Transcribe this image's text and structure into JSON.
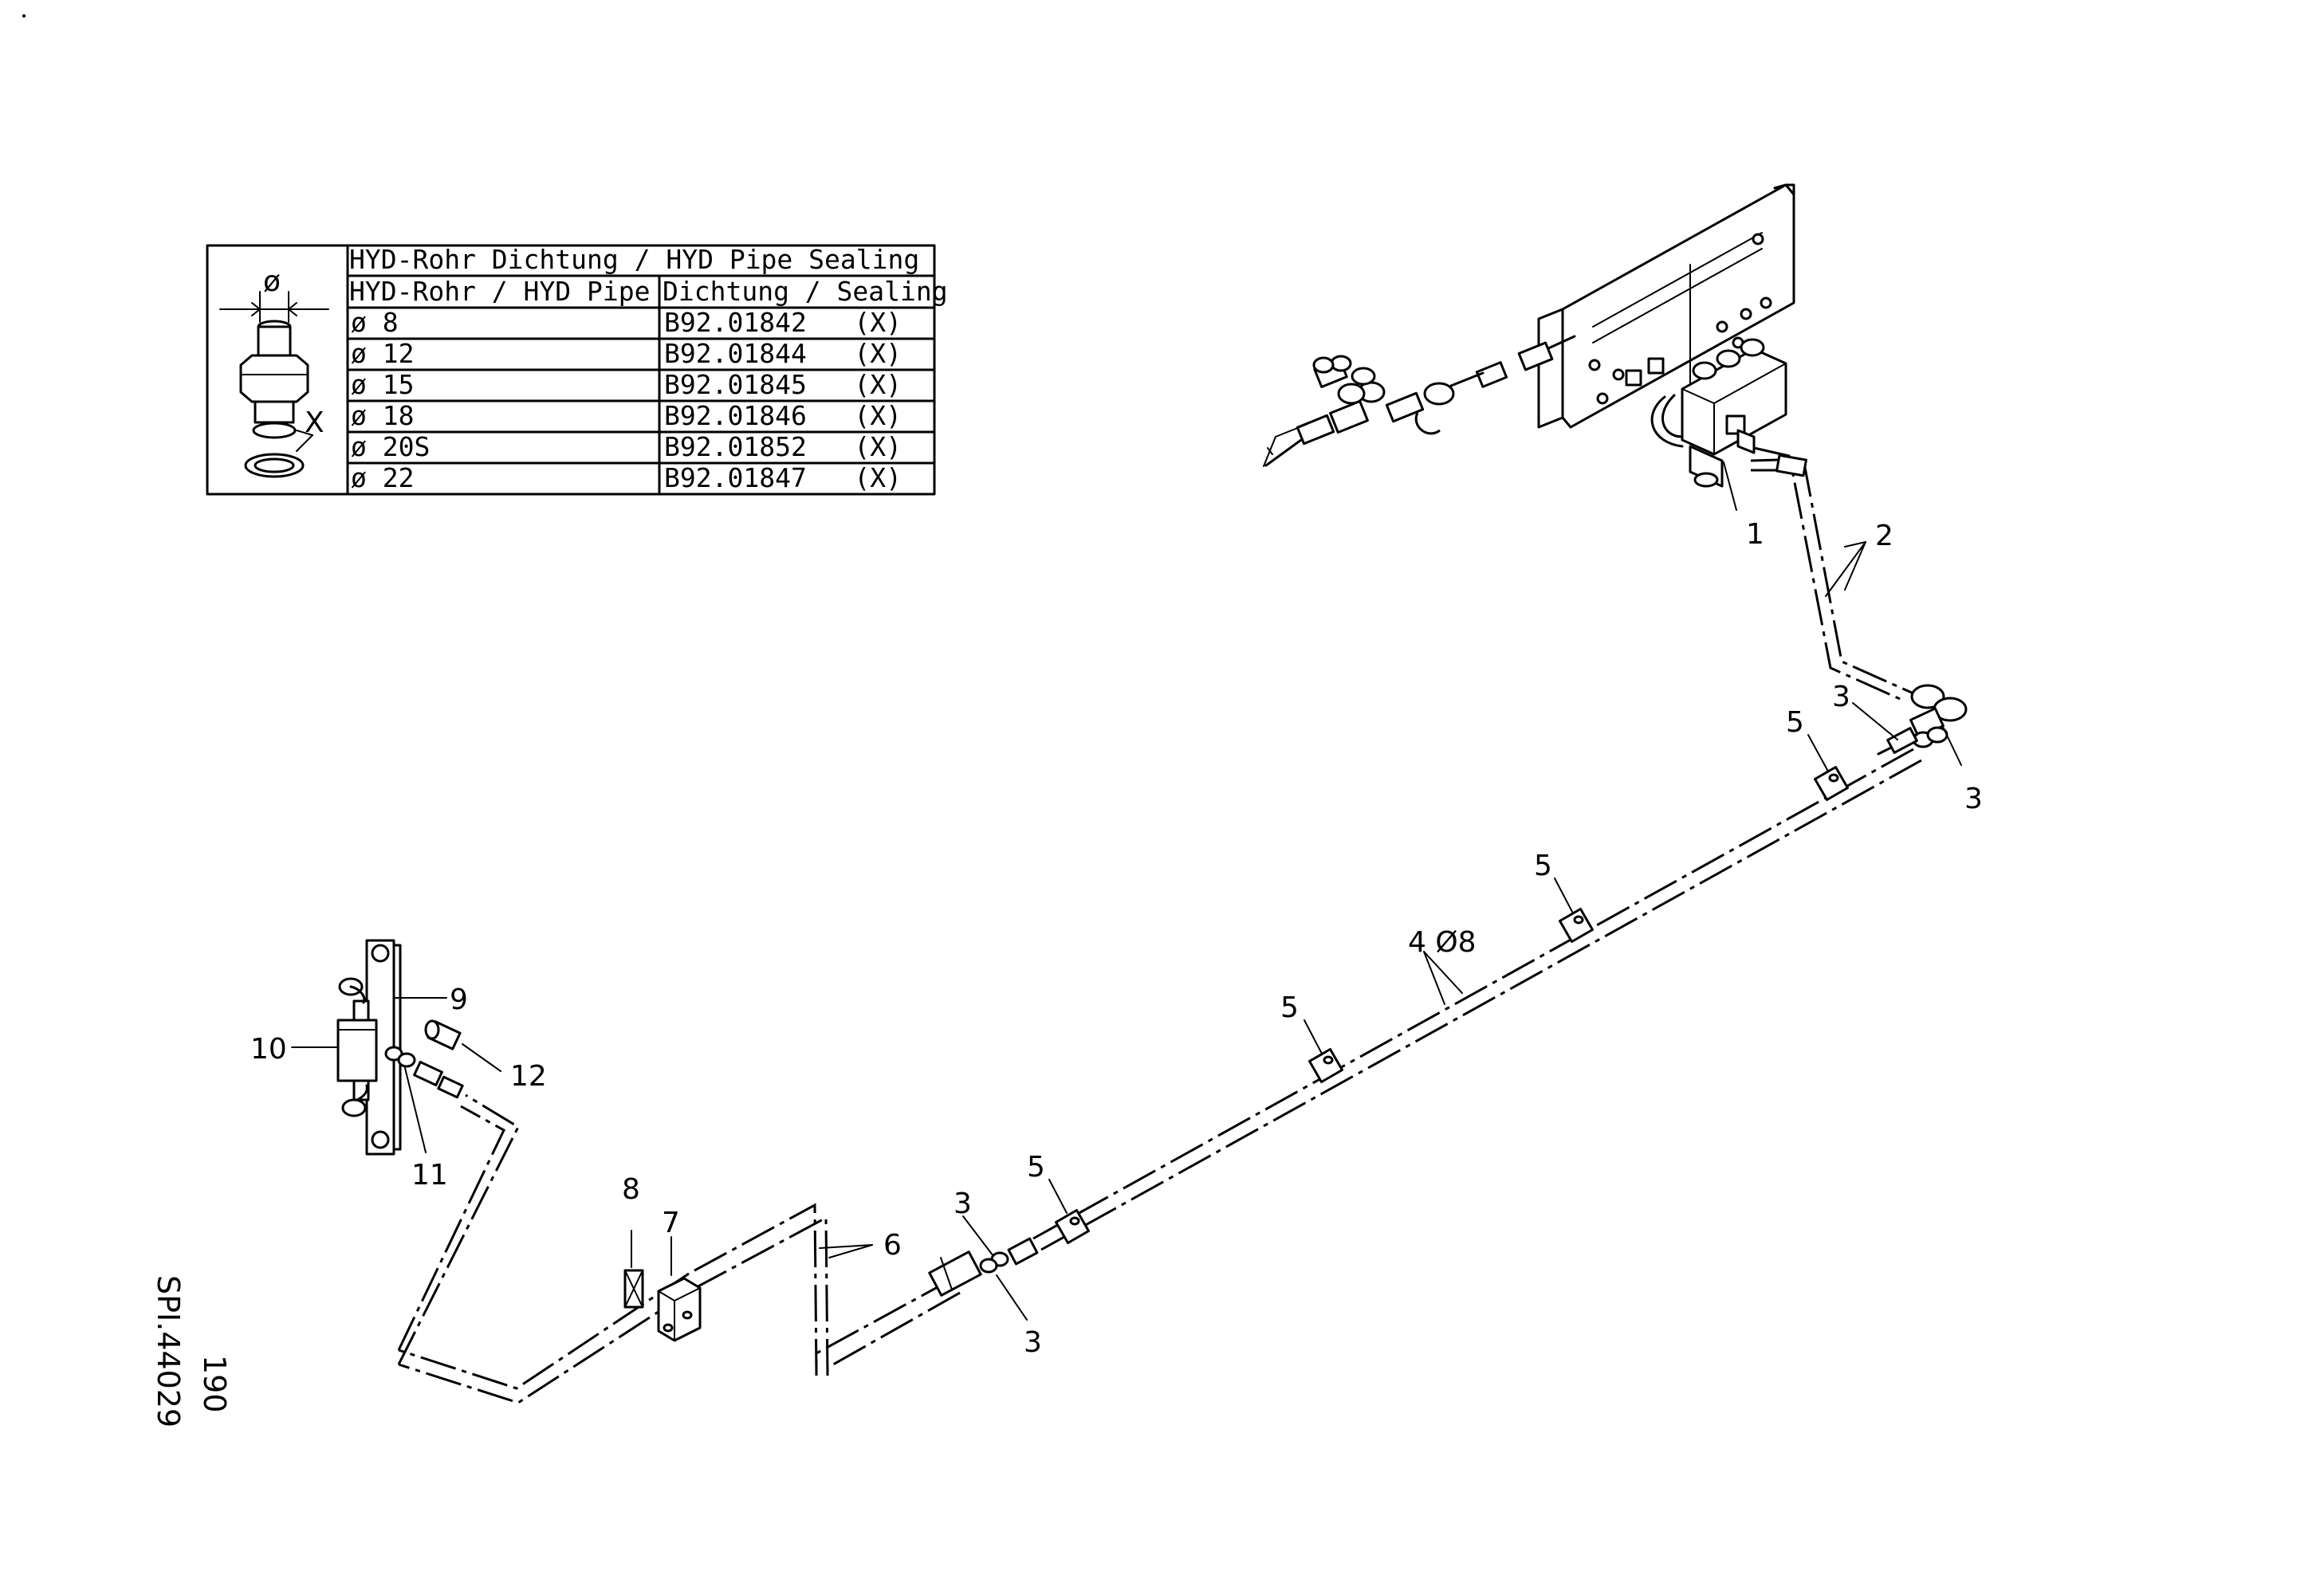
{
  "drawing_ref": "SPI.44029",
  "page_number": "190",
  "sealing_table": {
    "title": "HYD-Rohr Dichtung / HYD Pipe Sealing",
    "col_pipe": "HYD-Rohr / HYD Pipe",
    "col_seal": "Dichtung / Sealing",
    "symbol_label": "ø",
    "seal_callout": "X",
    "rows": [
      {
        "pipe": "ø 8",
        "seal": "B92.01842   (X)"
      },
      {
        "pipe": "ø 12",
        "seal": "B92.01844   (X)"
      },
      {
        "pipe": "ø 15",
        "seal": "B92.01845   (X)"
      },
      {
        "pipe": "ø 18",
        "seal": "B92.01846   (X)"
      },
      {
        "pipe": "ø 20S",
        "seal": "B92.01852   (X)"
      },
      {
        "pipe": "ø 22",
        "seal": "B92.01847   (X)"
      }
    ]
  },
  "callouts": {
    "c1": "1",
    "c2": "2",
    "c3a": "3",
    "c3b": "3",
    "c3c": "3",
    "c3d": "3",
    "c4": "4  Ø8",
    "c5a": "5",
    "c5b": "5",
    "c5c": "5",
    "c5d": "5",
    "c6": "6",
    "c7": "7",
    "c8": "8",
    "c9": "9",
    "c10": "10",
    "c11": "11",
    "c12": "12"
  }
}
